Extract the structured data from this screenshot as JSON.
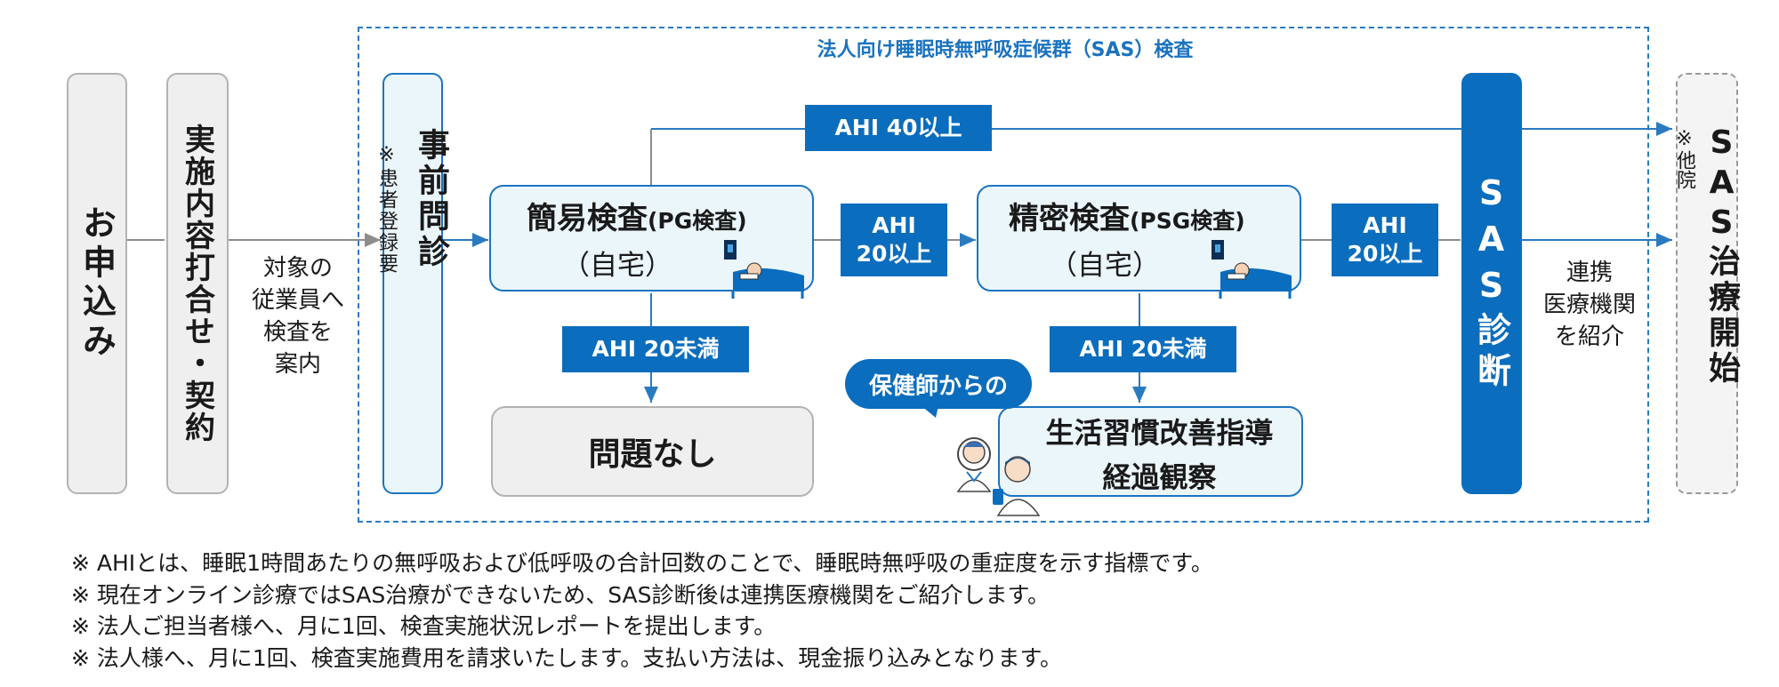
{
  "frame_title": "法人向け睡眠時無呼吸症候群（SAS）検査",
  "steps": {
    "apply": "お申込み",
    "contract": "実施内容打合せ・契約",
    "guide_text": [
      "対象の",
      "従業員へ",
      "検査を",
      "案内"
    ],
    "pre_interview": "事前問診",
    "pre_interview_note": "※患者登録要",
    "simple_test_title": "簡易検査",
    "simple_test_title_small": "(PG検査)",
    "simple_test_sub": "（自宅）",
    "detailed_test_title": "精密検査",
    "detailed_test_title_small": "(PSG検査)",
    "detailed_test_sub": "（自宅）",
    "no_problem": "問題なし",
    "guidance_bubble": "保健師からの",
    "guidance_line1": "生活習慣改善指導",
    "guidance_line2": "経過観察",
    "sas_diagnosis": "SAS診断",
    "referral_text": [
      "連携",
      "医療機関",
      "を紹介"
    ],
    "treatment": "SAS治療開始",
    "treatment_note": "※他院"
  },
  "tags": {
    "ahi40": "AHI 40以上",
    "ahi20_a_line1": "AHI",
    "ahi20_a_line2": "20以上",
    "ahi20_b_line1": "AHI",
    "ahi20_b_line2": "20以上",
    "ahi_under_a": "AHI 20未満",
    "ahi_under_b": "AHI 20未満"
  },
  "notes": [
    "※ AHIとは、睡眠1時間あたりの無呼吸および低呼吸の合計回数のことで、睡眠時無呼吸の重症度を示す指標です。",
    "※ 現在オンライン診療ではSAS治療ができないため、SAS診断後は連携医療機関をご紹介します。",
    "※ 法人ご担当者様へ、月に1回、検査実施状況レポートを提出します。",
    "※ 法人様へ、月に1回、検査実施費用を請求いたします。支払い方法は、現金振り込みとなります。"
  ],
  "icons": [
    "bed-sleeping-icon",
    "nurse-icon",
    "patient-phone-icon"
  ],
  "colors": {
    "accent_blue": "#0b6dbd",
    "light_blue_fill": "#ebf6fb",
    "border_blue": "#1b74c0",
    "gray_fill": "#efefef",
    "line_gray": "#8c8c8c"
  }
}
